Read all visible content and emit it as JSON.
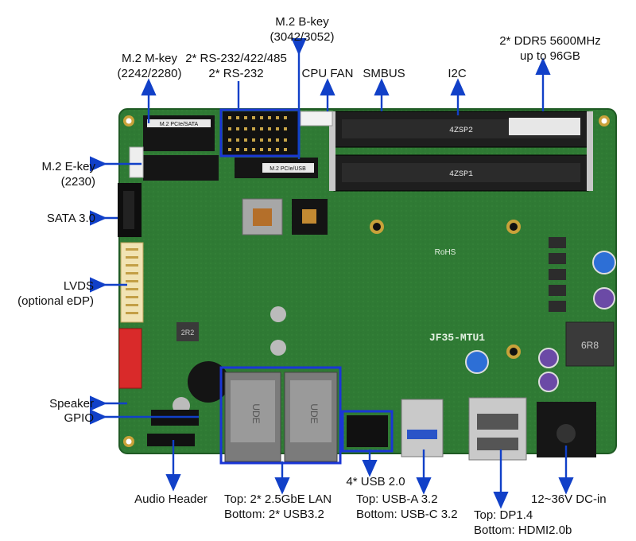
{
  "labels": {
    "m2_bkey": [
      "M.2 B-key",
      "(3042/3052)"
    ],
    "ddr5": [
      "2* DDR5 5600MHz",
      "up to 96GB"
    ],
    "m2_mkey": [
      "M.2 M-key",
      "(2242/2280)"
    ],
    "rs232": [
      "2* RS-232/422/485",
      "2* RS-232"
    ],
    "cpu_fan": "CPU FAN",
    "smbus": "SMBUS",
    "i2c": "I2C",
    "m2_ekey": [
      "M.2 E-key",
      "(2230)"
    ],
    "sata": "SATA 3.0",
    "lvds": [
      "LVDS",
      "(optional eDP)"
    ],
    "speaker": "Speaker",
    "gpio": "GPIO",
    "audio": "Audio Header",
    "lan": [
      "Top: 2* 2.5GbE LAN",
      "Bottom: 2* USB3.2"
    ],
    "usb20": "4* USB 2.0",
    "usba": [
      "Top: USB-A 3.2",
      "Bottom: USB-C 3.2"
    ],
    "dp": [
      "Top: DP1.4",
      "Bottom: HDMI2.0b"
    ],
    "dcin": "12~36V DC-in"
  },
  "board": {
    "silkscreen_model": "JF35-MTU1",
    "rohs": "RoHS",
    "slot_top": "4ZSP2",
    "slot_bottom": "4ZSP1",
    "mkey_silk": "M.2 PCIe/SATA",
    "bkey_silk": "M.2 PCIe/USB",
    "inductor_a": "6R8",
    "inductor_b": "2R2",
    "lan_badge": "UDE"
  },
  "colors": {
    "pcb": "#2f7a34",
    "accent": "#1140c8",
    "highlight_box": "#1a36d6"
  }
}
